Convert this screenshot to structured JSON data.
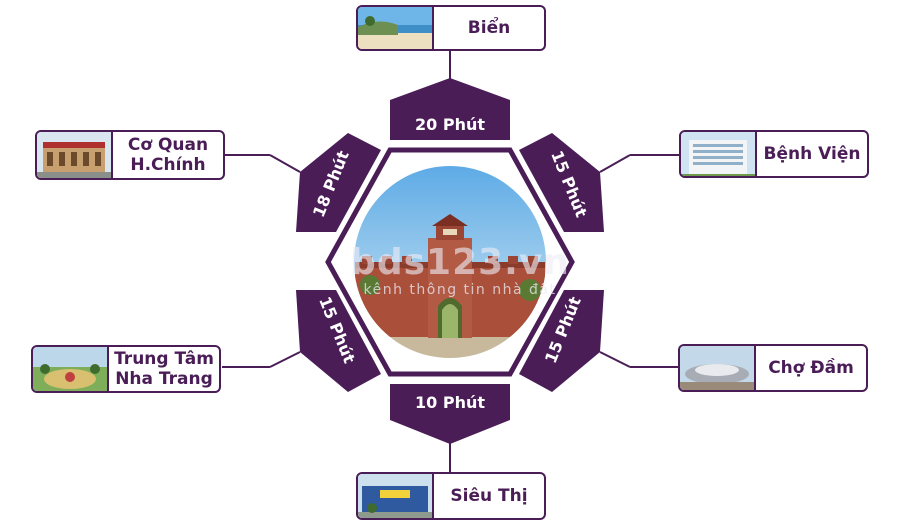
{
  "center": {
    "watermark_title": "bds123.vn",
    "watermark_subtitle": "kênh thông tin nhà đất"
  },
  "times": {
    "top": "20 Phút",
    "top_right": "15 Phút",
    "bottom_right": "15 Phút",
    "bottom": "10 Phút",
    "bottom_left": "15 Phút",
    "top_left": "18 Phút"
  },
  "destinations": {
    "top": {
      "line1": "Biển",
      "thumb_icon": "beach-photo"
    },
    "top_right": {
      "line1": "Bệnh Viện",
      "thumb_icon": "hospital-photo"
    },
    "bottom_right": {
      "line1": "Chợ Đầm",
      "thumb_icon": "market-photo"
    },
    "bottom": {
      "line1": "Siêu Thị",
      "thumb_icon": "supermarket-photo"
    },
    "bottom_left": {
      "line1": "Trung Tâm",
      "line2": "Nha Trang",
      "thumb_icon": "city-center-photo"
    },
    "top_left": {
      "line1": "Cơ Quan",
      "line2": "H.Chính",
      "thumb_icon": "government-office-photo"
    }
  },
  "colors": {
    "primary": "#4a1d57",
    "ring": "#5a2566",
    "text": "#ffffff"
  }
}
